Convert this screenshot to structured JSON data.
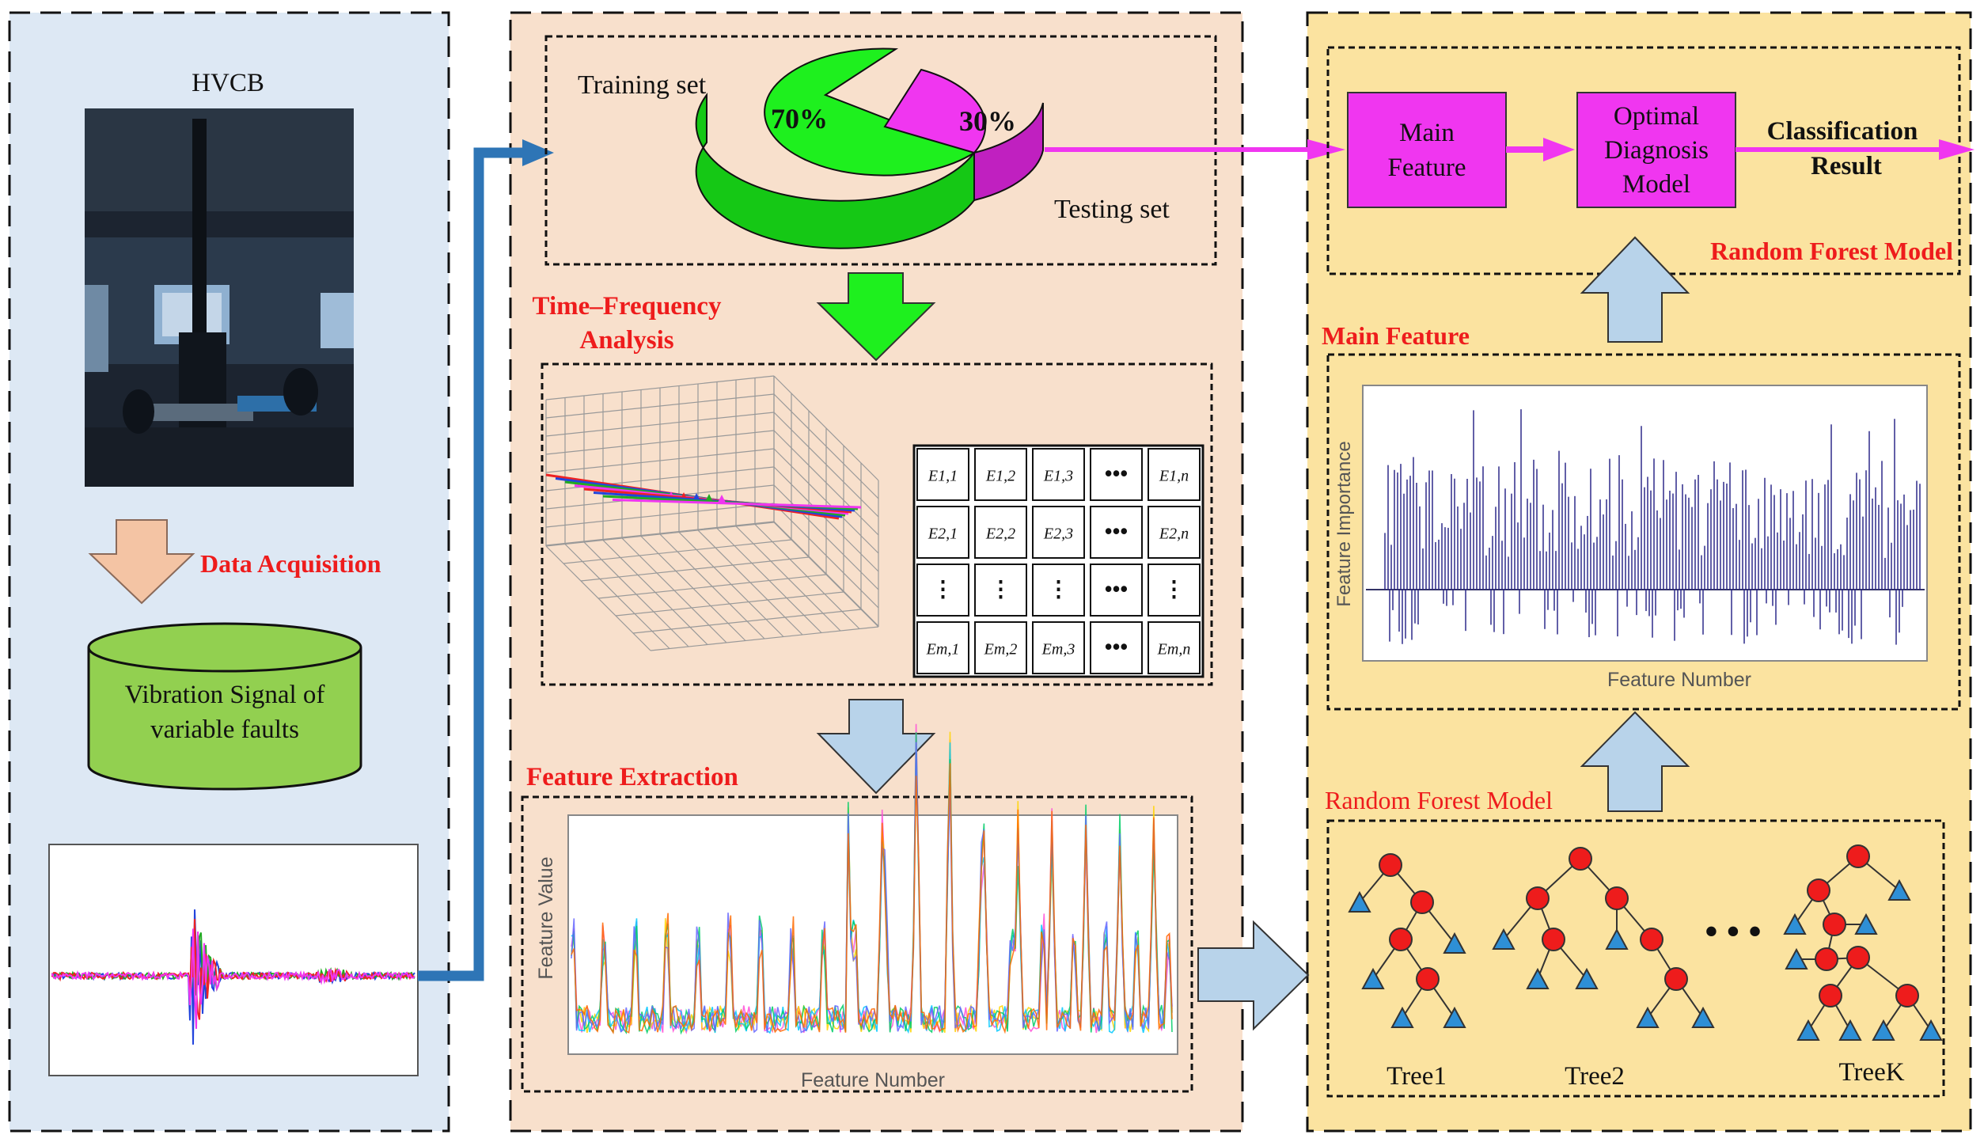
{
  "colors": {
    "panel1_bg": "#dde8f4",
    "panel2_bg": "#f8e0cc",
    "panel3_bg": "#fbe3a0",
    "magenta": "#f036f0",
    "green": "#1ef01e",
    "blue_arrow": "#2e75b6",
    "light_blue_arrow": "#b8d3ea",
    "peach_arrow": "#f4c4a4",
    "red_label": "#ee1c1c",
    "tree_node": "#ee1c1c",
    "tree_leaf": "#2e8fd6",
    "db_green": "#92d050"
  },
  "panel1": {
    "title": "HVCB",
    "photo_icon": "hvcb-photo",
    "step_label": "Data Acquisition",
    "database_line1": "Vibration Signal of",
    "database_line2": "variable faults"
  },
  "panel2": {
    "pie_training_label": "Training set",
    "pie_testing_label": "Testing set",
    "pie_slices": [
      {
        "label": "70%",
        "value": 70
      },
      {
        "label": "30%",
        "value": 30
      }
    ],
    "tf_title_line1": "Time–Frequency",
    "tf_title_line2": "Analysis",
    "matrix_rows": [
      [
        "E1,1",
        "E1,2",
        "E1,3",
        "•••",
        "E1,n"
      ],
      [
        "E2,1",
        "E2,2",
        "E2,3",
        "•••",
        "E2,n"
      ],
      [
        "⋮",
        "⋮",
        "⋮",
        "•••",
        "⋮"
      ],
      [
        "Em,1",
        "Em,2",
        "Em,3",
        "•••",
        "Em,n"
      ]
    ],
    "fe_title": "Feature Extraction",
    "fe_ylabel": "Feature Value",
    "fe_xlabel": "Feature Number"
  },
  "panel3": {
    "main_feature_box": [
      "Main",
      "Feature"
    ],
    "model_box": [
      "Optimal",
      "Diagnosis",
      "Model"
    ],
    "result_label": [
      "Classification",
      "Result"
    ],
    "rf_top_label": "Random Forest Model",
    "mf_title": "Main Feature",
    "mf_ylabel": "Feature Importance",
    "mf_xlabel": "Feature Number",
    "rf_bottom_label": "Random Forest Model",
    "trees": [
      "Tree1",
      "Tree2",
      "TreeK"
    ],
    "ellipsis": "•  •  •"
  }
}
